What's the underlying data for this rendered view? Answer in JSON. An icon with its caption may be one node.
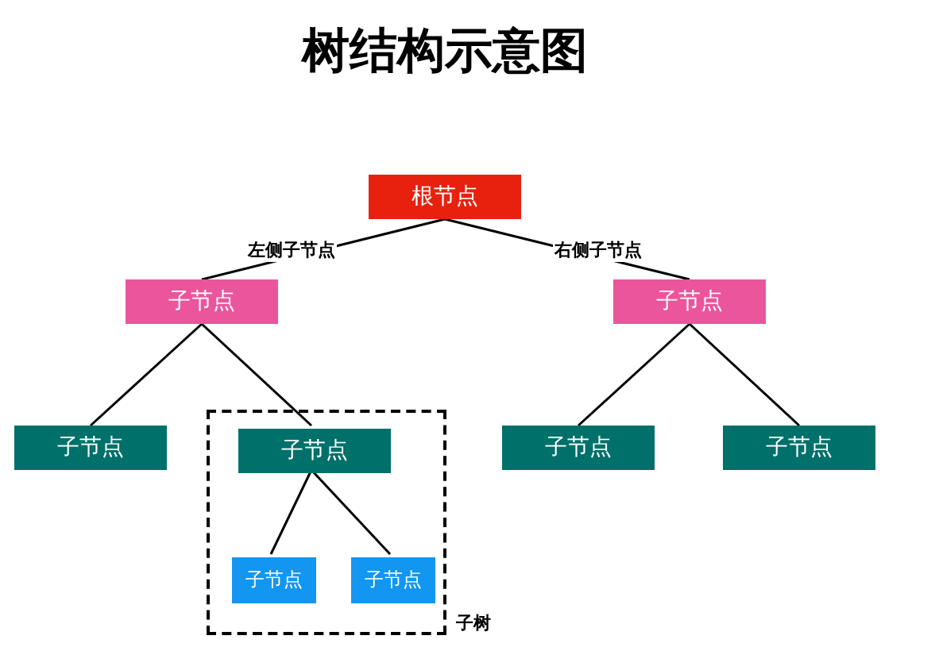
{
  "diagram": {
    "title": "树结构示意图",
    "nodes": [
      {
        "text": [
          "根节点"
        ]
      },
      {
        "text": [
          "子节点"
        ]
      },
      {
        "text": [
          "子节点"
        ]
      },
      {
        "text": [
          "子节点"
        ]
      },
      {
        "text": [],
        "shape": "box",
        "beside": [
          "子树"
        ]
      },
      {
        "text": [
          "子节点"
        ],
        "in": 4
      },
      {
        "text": [
          "子节点"
        ],
        "in": 4
      },
      {
        "text": [
          "子节点"
        ],
        "in": 4
      },
      {
        "text": [
          "子节点"
        ]
      },
      {
        "text": [
          "子节点"
        ]
      }
    ],
    "edges": [
      {
        "from": 0,
        "to": 1,
        "arrow": "none",
        "label": "左侧子节点"
      },
      {
        "from": 0,
        "to": 2,
        "arrow": "none",
        "label": "右侧子节点"
      },
      {
        "from": 1,
        "to": 3,
        "arrow": "none"
      },
      {
        "from": 1,
        "to": 5,
        "arrow": "none"
      },
      {
        "from": 2,
        "to": 8,
        "arrow": "none"
      },
      {
        "from": 2,
        "to": 9,
        "arrow": "none"
      },
      {
        "from": 5,
        "to": 6,
        "arrow": "none"
      },
      {
        "from": 5,
        "to": 7,
        "arrow": "none"
      }
    ]
  }
}
